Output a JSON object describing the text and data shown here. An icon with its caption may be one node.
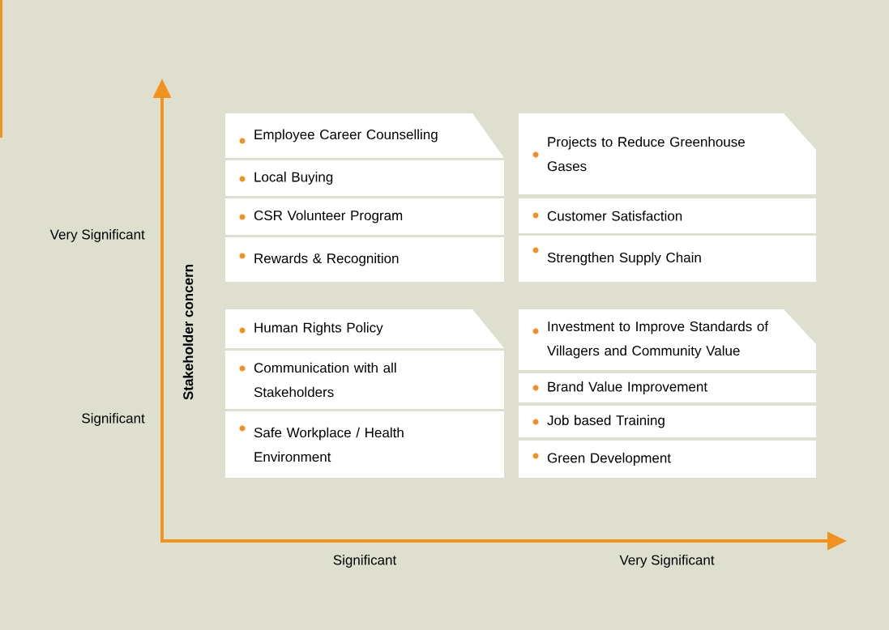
{
  "diagram": {
    "nodes": [
      {
        "text": [
          "Employee Career Counselling"
        ]
      },
      {
        "text": [
          "Local Buying"
        ]
      },
      {
        "text": [
          "CSR Volunteer Program"
        ]
      },
      {
        "text": [
          "Rewards & Recognition"
        ]
      },
      {
        "text": [
          "Projects to Reduce Greenhouse Gases"
        ]
      },
      {
        "text": [
          "Customer Satisfaction"
        ]
      },
      {
        "text": [
          "Strengthen Supply Chain"
        ]
      },
      {
        "text": [
          "Human Rights Policy"
        ]
      },
      {
        "text": [
          "Communication with all Stakeholders"
        ]
      },
      {
        "text": [
          "Safe Workplace / Health Environment"
        ]
      },
      {
        "text": [
          "Investment to Improve Standards of Villagers and Community Value"
        ]
      },
      {
        "text": [
          "Brand Value Improvement"
        ]
      },
      {
        "text": [
          "Job based Training"
        ]
      },
      {
        "text": [
          "Green Development"
        ]
      }
    ],
    "labels": [
      "Very Significant",
      "Stakeholder concern",
      "Significant",
      "Significant",
      "Very Significant"
    ]
  }
}
